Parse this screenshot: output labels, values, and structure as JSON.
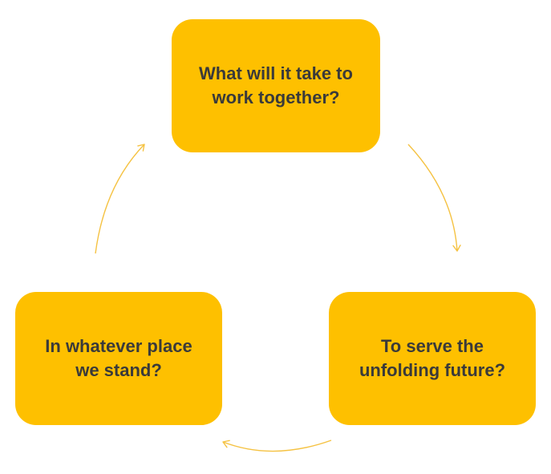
{
  "colors": {
    "node_fill": "#FEC000",
    "node_text": "#3A3A3A",
    "arrow": "#F5C242"
  },
  "diagram": {
    "type": "cycle",
    "direction": "clockwise",
    "nodes": [
      {
        "id": "top",
        "label": "What will it take to\nwork together?"
      },
      {
        "id": "right",
        "label": "To serve the\nunfolding future?"
      },
      {
        "id": "left",
        "label": "In whatever place\nwe stand?"
      }
    ],
    "edges": [
      {
        "from": "top",
        "to": "right"
      },
      {
        "from": "right",
        "to": "left"
      },
      {
        "from": "left",
        "to": "top"
      }
    ]
  }
}
